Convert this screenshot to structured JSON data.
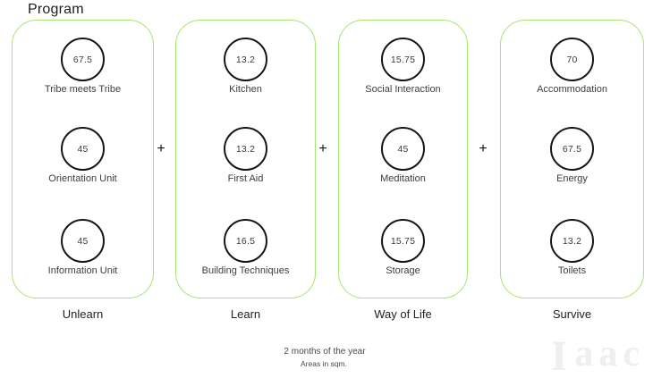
{
  "title": "Program",
  "accent_color": "#a5e571",
  "plus": "+",
  "columns": [
    {
      "label": "Unlearn",
      "items": [
        {
          "value": "67.5",
          "label": "Tribe meets Tribe"
        },
        {
          "value": "45",
          "label": "Orientation Unit"
        },
        {
          "value": "45",
          "label": "Information Unit"
        }
      ]
    },
    {
      "label": "Learn",
      "items": [
        {
          "value": "13.2",
          "label": "Kitchen"
        },
        {
          "value": "13.2",
          "label": "First Aid"
        },
        {
          "value": "16.5",
          "label": "Building Techniques"
        }
      ]
    },
    {
      "label": "Way of Life",
      "items": [
        {
          "value": "15.75",
          "label": "Social Interaction"
        },
        {
          "value": "45",
          "label": "Meditation"
        },
        {
          "value": "15.75",
          "label": "Storage"
        }
      ]
    },
    {
      "label": "Survive",
      "items": [
        {
          "value": "70",
          "label": "Accommodation"
        },
        {
          "value": "67.5",
          "label": "Energy"
        },
        {
          "value": "13.2",
          "label": "Toilets"
        }
      ]
    }
  ],
  "footnotes": {
    "line1": "2 months of the year",
    "line2": "Areas in sqm."
  },
  "logo": {
    "initial": "I",
    "rest": "aac"
  }
}
